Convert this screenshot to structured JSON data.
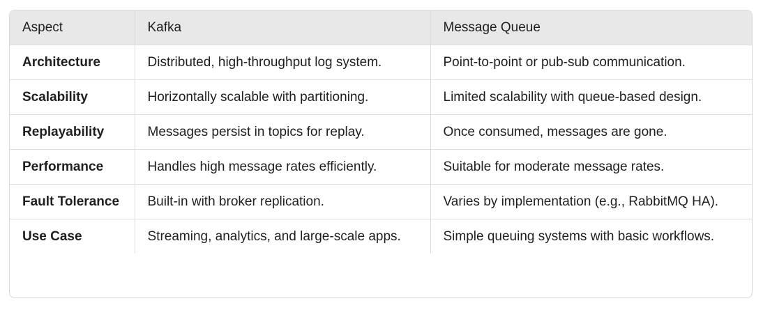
{
  "table": {
    "headers": [
      "Aspect",
      "Kafka",
      "Message Queue"
    ],
    "rows": [
      {
        "aspect": "Architecture",
        "kafka": "Distributed, high-throughput log system.",
        "mq": "Point-to-point or pub-sub communication."
      },
      {
        "aspect": "Scalability",
        "kafka": "Horizontally scalable with partitioning.",
        "mq": "Limited scalability with queue-based design."
      },
      {
        "aspect": "Replayability",
        "kafka": "Messages persist in topics for replay.",
        "mq": "Once consumed, messages are gone."
      },
      {
        "aspect": "Performance",
        "kafka": "Handles high message rates efficiently.",
        "mq": "Suitable for moderate message rates."
      },
      {
        "aspect": "Fault Tolerance",
        "kafka": "Built-in with broker replication.",
        "mq": "Varies by implementation (e.g., RabbitMQ HA)."
      },
      {
        "aspect": "Use Case",
        "kafka": "Streaming, analytics, and large-scale apps.",
        "mq": "Simple queuing systems with basic workflows."
      }
    ]
  }
}
